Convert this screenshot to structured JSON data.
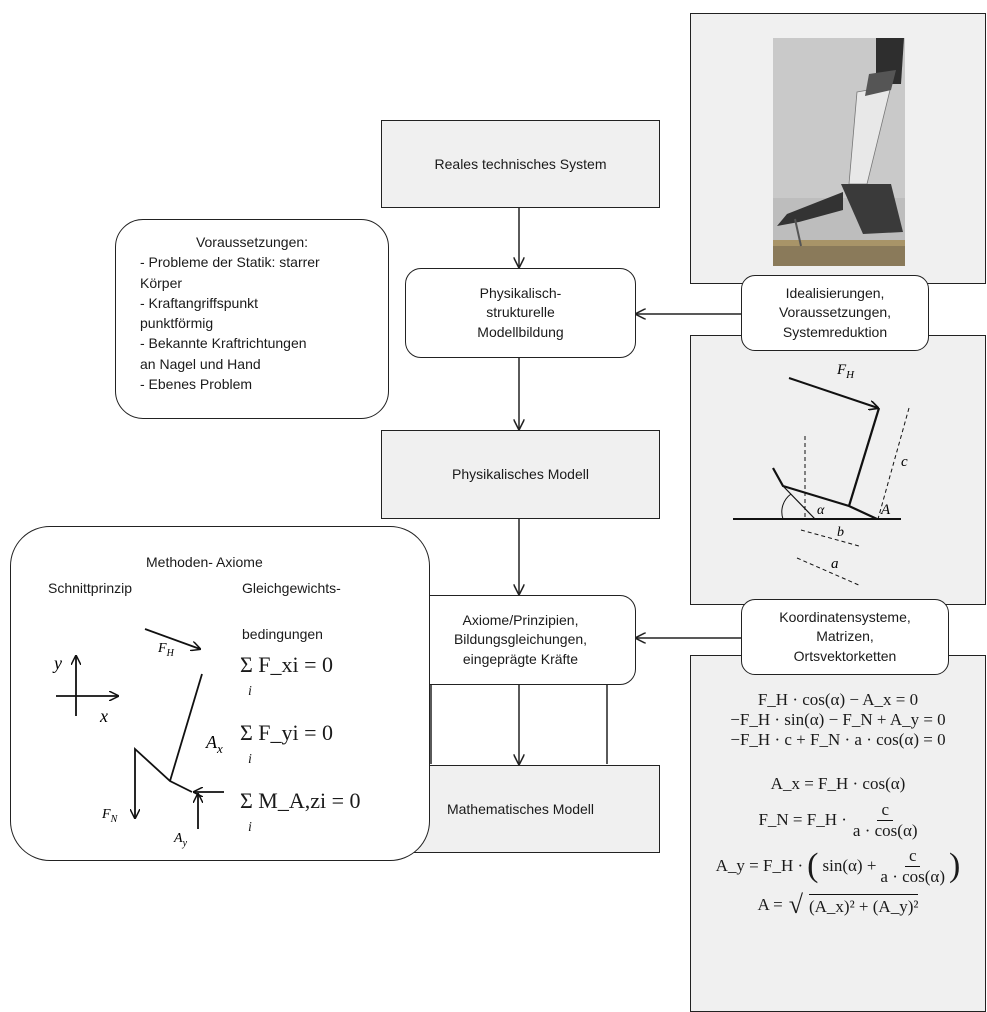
{
  "flow": {
    "real_system": "Reales technisches System",
    "model_building": [
      "Physikalisch-",
      "strukturelle",
      "Modellbildung"
    ],
    "physical_model": "Physikalisches Modell",
    "axioms_box": [
      "Axiome/Prinzipien,",
      "Bildungsgleichungen,",
      "eingeprägte Kräfte"
    ],
    "math_model": "Mathematisches Modell"
  },
  "side_inputs": {
    "idealization": [
      "Idealisierungen,",
      "Voraussetzungen,",
      "Systemreduktion"
    ],
    "coordinates": [
      "Koordinatensysteme,",
      "Matrizen,",
      "Ortsvektorketten"
    ]
  },
  "prerequisites": {
    "title": "Voraussetzungen:",
    "lines": [
      "- Probleme der Statik: starrer",
      "Körper",
      "- Kraftangriffspunkt",
      "punktförmig",
      "- Bekannte Kraftrichtungen",
      "an Nagel und Hand",
      "- Ebenes Problem"
    ]
  },
  "methods": {
    "title": "Methoden- Axiome",
    "cut_principle": "Schnittprinzip",
    "equilibrium_1": "Gleichgewichts-",
    "equilibrium_2": "bedingungen",
    "fbd_labels": {
      "F_H": "F",
      "F_H_sub": "H",
      "F_N": "F",
      "F_N_sub": "N",
      "A_y": "A",
      "A_y_sub": "y",
      "A_x": "A",
      "A_x_sub": "x",
      "axis_x": "x",
      "axis_y": "y"
    },
    "sums": [
      "Σ F_xi = 0",
      "Σ F_yi = 0",
      "Σ M_A,zi = 0"
    ],
    "sum_index": "i"
  },
  "model_sketch": {
    "F_H": "F",
    "F_H_sub": "H",
    "c": "c",
    "alpha": "α",
    "A": "A",
    "b": "b",
    "a": "a"
  },
  "photo": {
    "subject": "hammer-pulling-nail"
  },
  "equations": {
    "eq1": "F_H · cos(α) − A_x = 0",
    "eq2": "−F_H · sin(α) − F_N + A_y = 0",
    "eq3": "−F_H · c + F_N · a · cos(α) = 0",
    "res1": "A_x = F_H · cos(α)",
    "res2_lhs": "F_N = F_H ·",
    "res2_num": "c",
    "res2_den": "a · cos(α)",
    "res3_lhs": "A_y = F_H ·",
    "res3_mid": "sin(α) +",
    "res3_num": "c",
    "res3_den": "a · cos(α)",
    "res4_lhs": "A =",
    "res4_rad": "(A_x)² + (A_y)²"
  },
  "colors": {
    "panel_bg": "#f0f0f0",
    "stroke": "#222222"
  }
}
